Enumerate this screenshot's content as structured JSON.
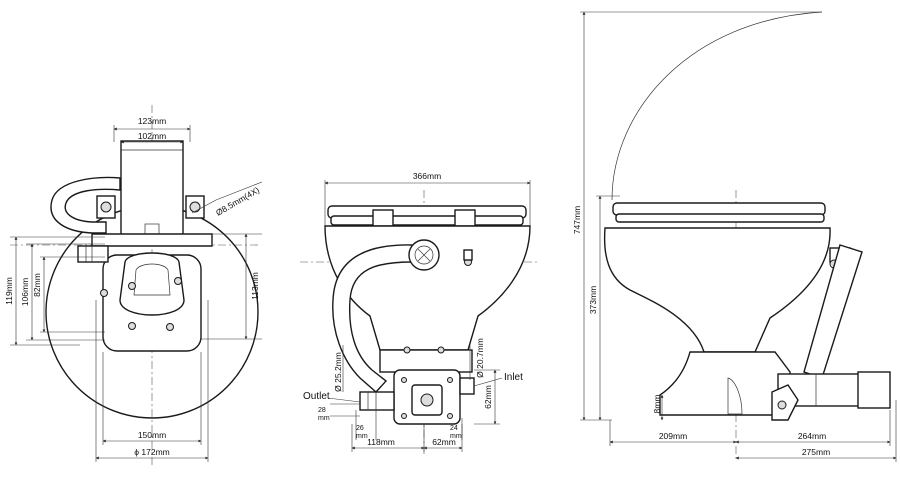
{
  "front_view": {
    "width_top": "123mm",
    "width_motor": "102mm",
    "hole_dia": "Ø8.5mm",
    "hole_count": "(4X)",
    "h_119": "119mm",
    "h_106": "106mm",
    "h_82": "82mm",
    "h_113": "113mm",
    "w_150": "150mm",
    "w_172": "ϕ 172mm"
  },
  "rear_view": {
    "width_total": "366mm",
    "outlet_dia": "Ø 25.2mm",
    "inlet_dia": "Ø 20.7mm",
    "outlet_label": "Outlet",
    "inlet_label": "Inlet",
    "h_28": "28",
    "h_28_unit": "mm",
    "w_26": "26",
    "w_26_unit": "mm",
    "w_24": "24",
    "w_24_unit": "mm",
    "h_62": "62mm",
    "w_118": "118mm",
    "w_62": "62mm"
  },
  "side_view": {
    "h_747": "747mm",
    "h_373": "373mm",
    "h_8": "8mm",
    "w_209": "209mm",
    "w_264": "264mm",
    "w_275": "275mm"
  }
}
